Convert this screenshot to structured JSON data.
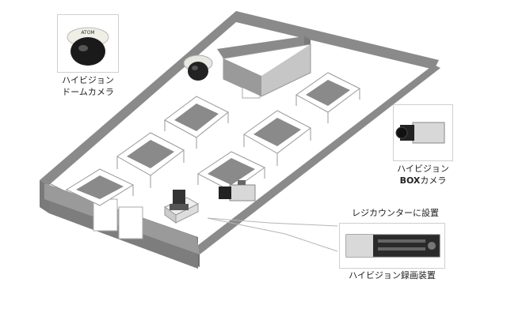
{
  "dome_camera": {
    "line1": "ハイビジョン",
    "line2": "ドームカメラ",
    "brand": "ATOM"
  },
  "box_camera": {
    "line1": "ハイビジョン",
    "line2_bold": "BOX",
    "line2_rest": "カメラ"
  },
  "recorder": {
    "register_note": "レジカウンターに設置",
    "caption": "ハイビジョン録画装置"
  },
  "colors": {
    "wall": "#8a8a8a",
    "wall_dark": "#6f6f6f",
    "floor": "#ffffff",
    "table_top": "#8a8a8a",
    "table_frame": "#ffffff",
    "leader": "#b5b5b5"
  }
}
